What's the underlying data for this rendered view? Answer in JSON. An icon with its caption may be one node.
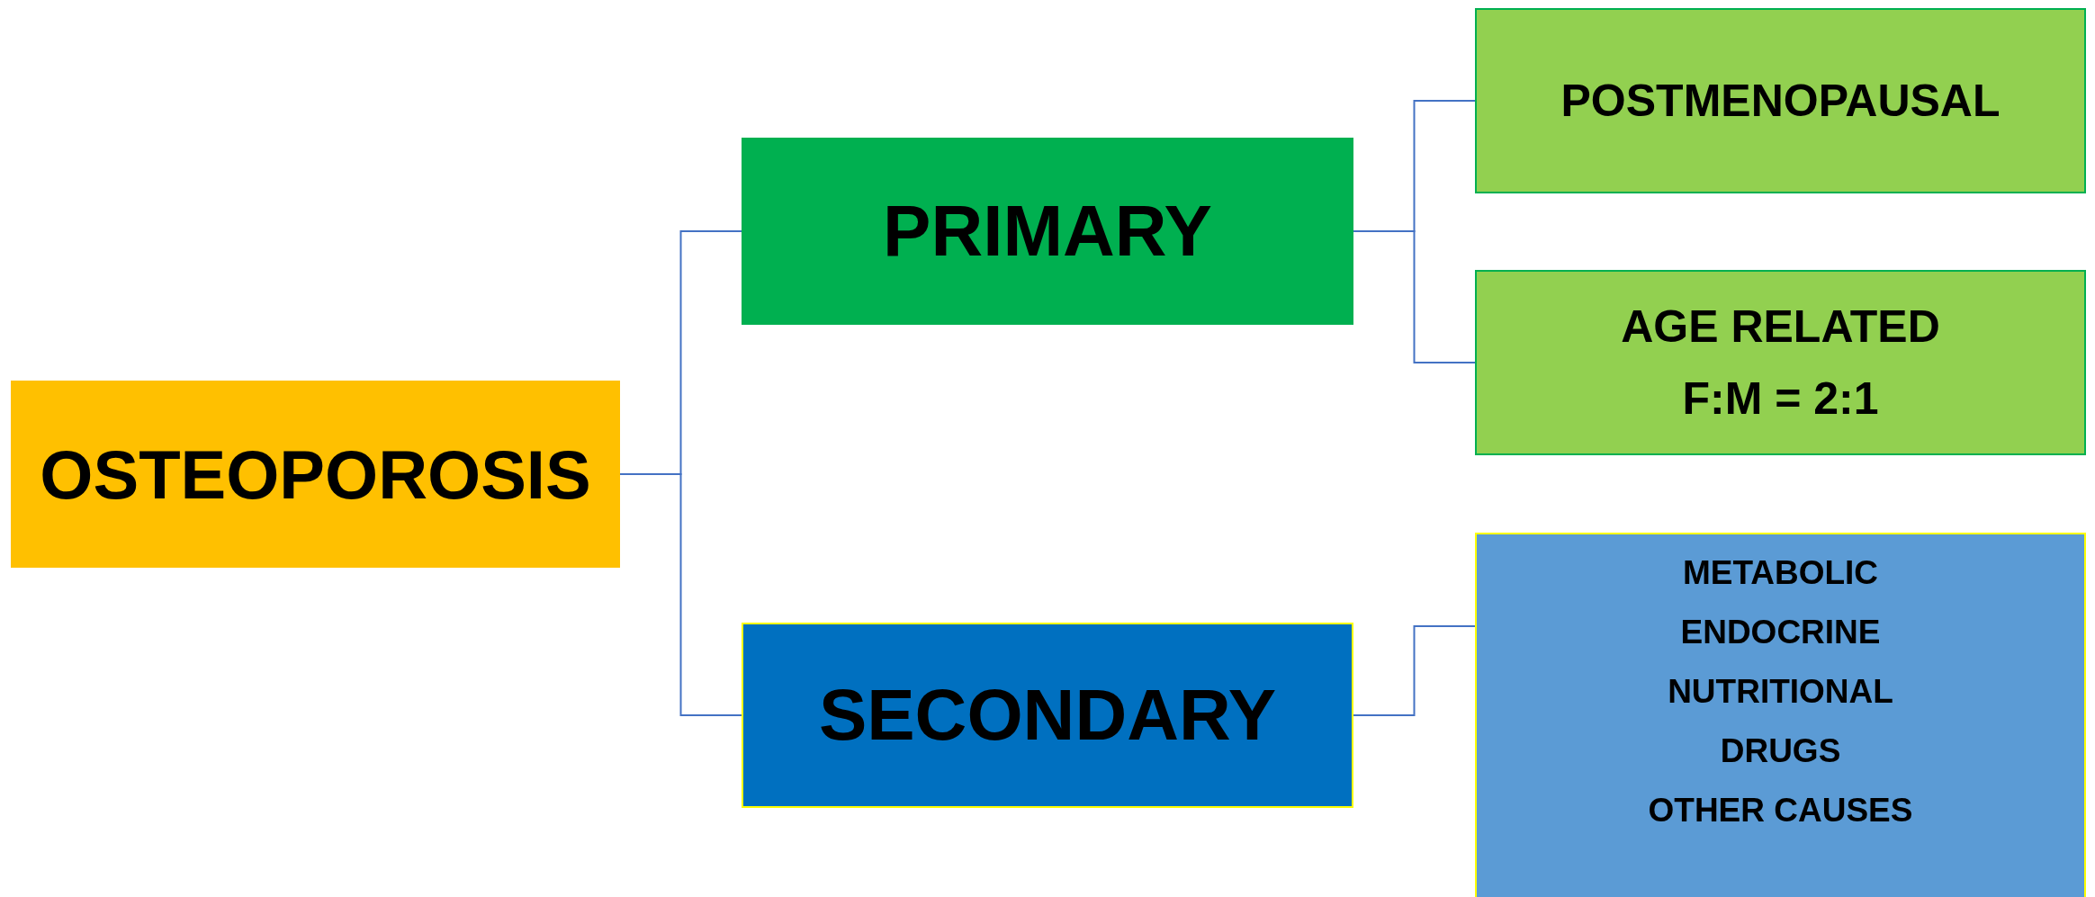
{
  "diagram": {
    "nodes": [
      {
        "text": [
          "OSTEOPOROSIS"
        ]
      },
      {
        "text": [
          "PRIMARY"
        ]
      },
      {
        "text": [
          "SECONDARY"
        ]
      },
      {
        "text": [
          "POSTMENOPAUSAL"
        ]
      },
      {
        "text": [
          "AGE RELATED",
          "F:M = 2:1"
        ]
      },
      {
        "text": [
          "METABOLIC",
          "ENDOCRINE",
          "NUTRITIONAL",
          "DRUGS",
          "OTHER CAUSES"
        ]
      }
    ],
    "edges": [
      {
        "from": 0,
        "to": 1,
        "arrow": "none"
      },
      {
        "from": 0,
        "to": 2,
        "arrow": "none"
      },
      {
        "from": 1,
        "to": 3,
        "arrow": "none"
      },
      {
        "from": 1,
        "to": 4,
        "arrow": "none"
      },
      {
        "from": 2,
        "to": 5,
        "arrow": "none"
      }
    ]
  }
}
